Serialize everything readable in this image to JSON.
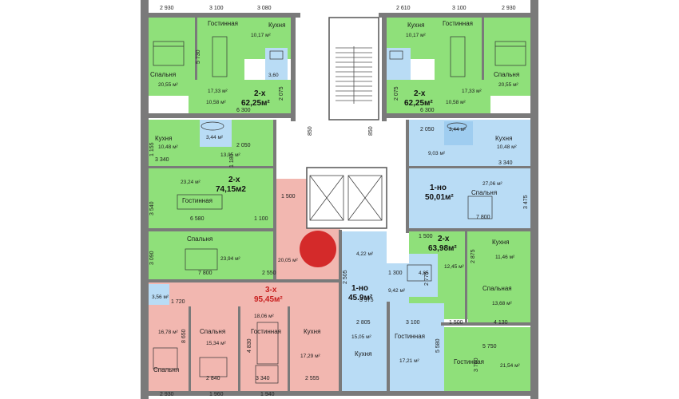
{
  "colors": {
    "green": "#8fe07a",
    "blue": "#b9dcf5",
    "pink": "#f2b7b0",
    "red_marker": "#d42a2a",
    "wall": "#7a7a7a"
  },
  "apartments": [
    {
      "id": "a1",
      "rooms": "2-х",
      "area": "62,25м²"
    },
    {
      "id": "a2",
      "rooms": "2-х",
      "area": "62,25м²"
    },
    {
      "id": "a3",
      "rooms": "2-х",
      "area": "74,15м2"
    },
    {
      "id": "a4",
      "rooms": "1-но",
      "area": "50,01м²"
    },
    {
      "id": "a5",
      "rooms": "2-х",
      "area": "63,98м²"
    },
    {
      "id": "a6",
      "rooms": "1-но",
      "area": "45.9м²"
    },
    {
      "id": "a7",
      "rooms": "3-х",
      "area": "95,45м²"
    }
  ],
  "room_labels": {
    "a1_bedroom": "Спальня",
    "a1_bedroom_area": "20,55 м²",
    "a1_living": "Гостинная",
    "a1_living_area": "17,33 м²",
    "a1_kitchen": "Кухня",
    "a1_kitchen_area": "10,17 м²",
    "a1_hall_area": "10,58 м²",
    "a1_bath_area": "3,60",
    "a2_bedroom": "Спальня",
    "a2_bedroom_area": "20,55 м²",
    "a2_living": "Гостинная",
    "a2_living_area": "17,33 м²",
    "a2_kitchen": "Кухня",
    "a2_kitchen_area": "10,17 м²",
    "a2_hall_area": "10,58 м²",
    "a3_kitchen": "Кухня",
    "a3_kitchen_area": "10,48 м²",
    "a3_hall_area": "13,05 м²",
    "a3_bath_area": "3,44 м²",
    "a3_living": "Гостинная",
    "a3_living_area": "23,24 м²",
    "a3_bedroom": "Спальня",
    "a3_bedroom_area": "23,94 м²",
    "a4_kitchen": "Кухня",
    "a4_kitchen_area": "10,48 м²",
    "a4_hall_area": "9,03 м²",
    "a4_bedroom": "Спальня",
    "a4_bedroom_area": "27,06 м²",
    "a4_bath_area": "3,44 м²",
    "a5_kitchen": "Кухня",
    "a5_kitchen_area": "11,46 м²",
    "a5_hall_area": "12,45 м²",
    "a5_bedroom": "Спальная",
    "a5_bedroom_area": "13,68 м²",
    "a5_bath_area": "4,85",
    "a5_living": "Гостинная",
    "a5_living_area": "21,54 м²",
    "a6_bath_area": "4,22 м²",
    "a6_hall_area": "9,42 м²",
    "a6_kitchen": "Кухня",
    "a6_kitchen_area": "15,05 м²",
    "a6_living": "Гостинная",
    "a6_living_area": "17,21 м²",
    "a7_corr_area": "20,05 м²",
    "a7_bath_area": "3,56 м²",
    "a7_bed1": "Спальня",
    "a7_bed1_area": "16,78 м²",
    "a7_bed2": "Спальня",
    "a7_bed2_area": "15,34 м²",
    "a7_living": "Гостинная",
    "a7_living_area": "18,06 м²",
    "a7_kitchen": "Кухня",
    "a7_kitchen_area": "17,29 м²"
  },
  "dimensions": {
    "d1": "2 930",
    "d2": "3 100",
    "d3": "3 080",
    "d4": "2 610",
    "d5": "3 100",
    "d6": "2 930",
    "d7": "5 730",
    "d8": "6 300",
    "d9": "6 300",
    "d10": "2 075",
    "d11": "2 075",
    "d12": "850",
    "d13": "850",
    "d14": "2 050",
    "d15": "2 050",
    "d16": "3 340",
    "d17": "3 340",
    "d18": "1 180",
    "d19": "1 155",
    "d20": "1 500",
    "d21": "6 580",
    "d22": "1 100",
    "d23": "3 540",
    "d24": "3 475",
    "d25": "1 500",
    "d26": "2 875",
    "d27": "3 090",
    "d28": "7 800",
    "d29": "7 800",
    "d30": "2 550",
    "d31": "1 300",
    "d32": "2 505",
    "d33": "3 975",
    "d34": "1 720",
    "d35": "1 500",
    "d36": "4 130",
    "d37": "2 805",
    "d38": "3 100",
    "d39": "5 750",
    "d40": "8 650",
    "d41": "4 830",
    "d42": "5 580",
    "d43": "3 760",
    "d44": "2 840",
    "d45": "3 340",
    "d46": "2 555",
    "d47": "2 930",
    "d48": "1 960",
    "d49": "1 940",
    "d50": "2 775"
  }
}
